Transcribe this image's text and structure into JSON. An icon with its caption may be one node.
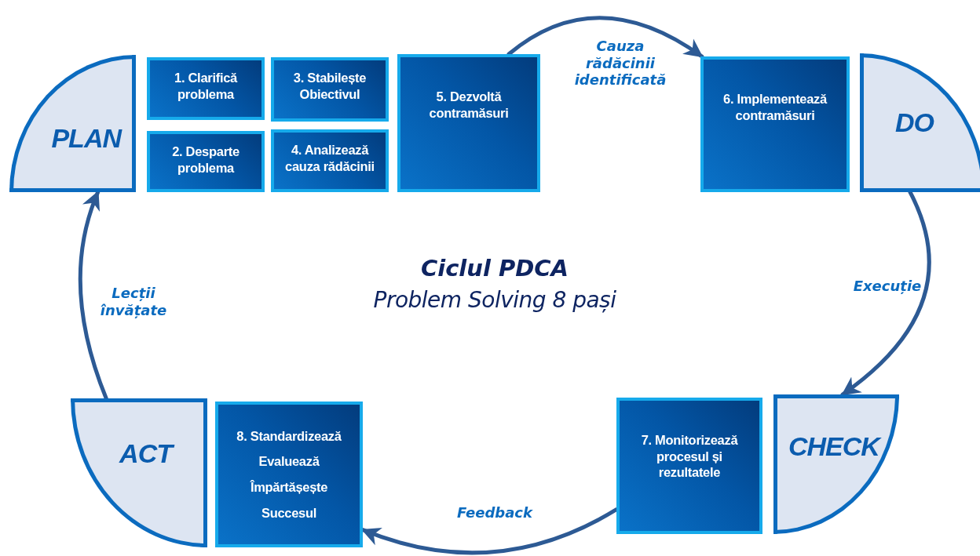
{
  "diagram": {
    "title": "Ciclul PDCA",
    "caption": "Problem Solving 8 pași",
    "nodes": [
      {
        "text": [
          "PLAN"
        ]
      },
      {
        "text": [
          "1. Clarifică problema"
        ]
      },
      {
        "text": [
          "2. Desparte problema"
        ]
      },
      {
        "text": [
          "3. Stabilește Obiectivul"
        ]
      },
      {
        "text": [
          "4. Analizează cauza rădăcinii"
        ]
      },
      {
        "text": [
          "5. Dezvoltă contramăsuri"
        ]
      },
      {
        "text": [
          "6. Implementează contramăsuri"
        ]
      },
      {
        "text": [
          "DO"
        ]
      },
      {
        "text": [
          "7. Monitorizează procesul și rezultatele"
        ]
      },
      {
        "text": [
          "CHECK"
        ]
      },
      {
        "text": [
          "ACT"
        ]
      },
      {
        "text": [
          "8. Standardizează",
          "Evaluează",
          "Împărtășește",
          "Succesul"
        ]
      }
    ],
    "edges": [
      {
        "from": 5,
        "to": 6,
        "arrow": "to",
        "label": "Cauza rădăcinii identificată"
      },
      {
        "from": 7,
        "to": 9,
        "arrow": "to",
        "label": "Execuție"
      },
      {
        "from": 8,
        "to": 11,
        "arrow": "to",
        "label": "Feedback"
      },
      {
        "from": 10,
        "to": 0,
        "arrow": "to",
        "label": "Lecții învățate"
      }
    ]
  }
}
